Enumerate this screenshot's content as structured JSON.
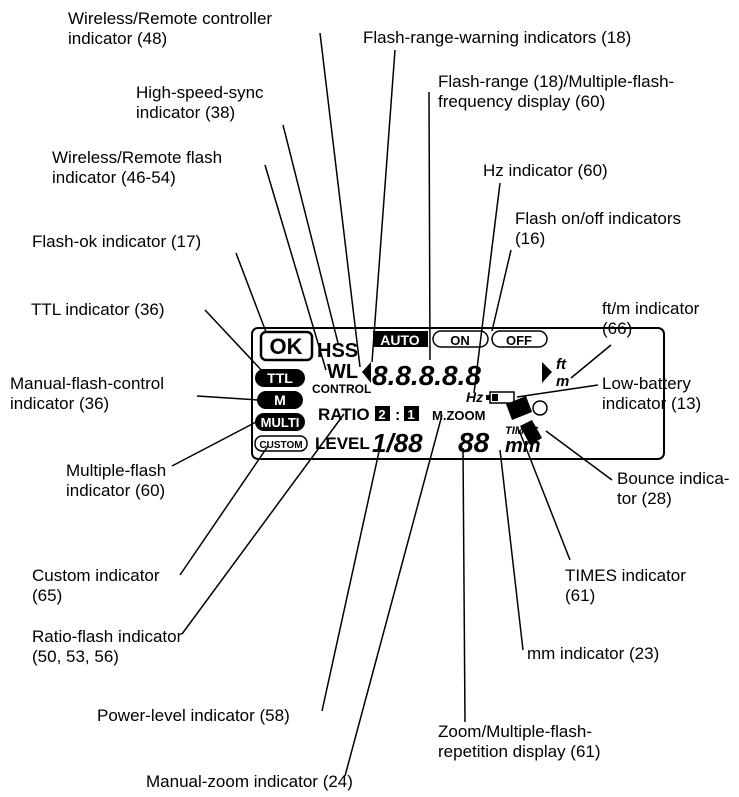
{
  "callouts": {
    "wireless_remote_controller": [
      "Wireless/Remote controller",
      "indicator (48)"
    ],
    "flash_range_warning": [
      "Flash-range-warning indicators (18)"
    ],
    "flash_range_multiple_freq": [
      "Flash-range (18)/Multiple-flash-",
      "frequency display (60)"
    ],
    "high_speed_sync": [
      "High-speed-sync",
      "indicator (38)"
    ],
    "wireless_remote_flash": [
      "Wireless/Remote flash",
      "indicator (46-54)"
    ],
    "hz_indicator": [
      "Hz indicator (60)"
    ],
    "flash_on_off": [
      "Flash on/off indicators",
      "(16)"
    ],
    "flash_ok": [
      "Flash-ok indicator (17)"
    ],
    "ttl": [
      "TTL indicator (36)"
    ],
    "ft_m": [
      "ft/m indicator",
      "(66)"
    ],
    "manual_flash_control": [
      "Manual-flash-control",
      "indicator (36)"
    ],
    "low_battery": [
      "Low-battery",
      "indicator (13)"
    ],
    "multiple_flash": [
      "Multiple-flash",
      "indicator (60)"
    ],
    "bounce": [
      "Bounce indica-",
      "tor (28)"
    ],
    "custom": [
      "Custom indicator",
      "(65)"
    ],
    "times": [
      "TIMES indicator",
      "(61)"
    ],
    "ratio_flash": [
      "Ratio-flash indicator",
      "(50, 53, 56)"
    ],
    "mm": [
      "mm indicator (23)"
    ],
    "power_level": [
      "Power-level indicator (58)"
    ],
    "zoom_repetition": [
      "Zoom/Multiple-flash-",
      "repetition display (61)"
    ],
    "manual_zoom": [
      "Manual-zoom indicator (24)"
    ]
  },
  "lcd": {
    "ok": "OK",
    "hss": "HSS",
    "auto": "AUTO",
    "on": "ON",
    "off": "OFF",
    "wl": "WL",
    "control": "CONTROL",
    "ttl": "TTL",
    "m": "M",
    "multi": "MULTI",
    "custom": "CUSTOM",
    "ratio": "RATIO",
    "ratio_a": "2",
    "ratio_colon": ":",
    "ratio_b": "1",
    "level": "LEVEL",
    "level_digits": "1/88",
    "range_digits": "8.8.8.8.8",
    "ft": "ft",
    "m_unit": "m",
    "hz": "Hz",
    "mzoom": "M.ZOOM",
    "zoom_digits": "88",
    "times": "TIMES",
    "mm": "mm"
  }
}
